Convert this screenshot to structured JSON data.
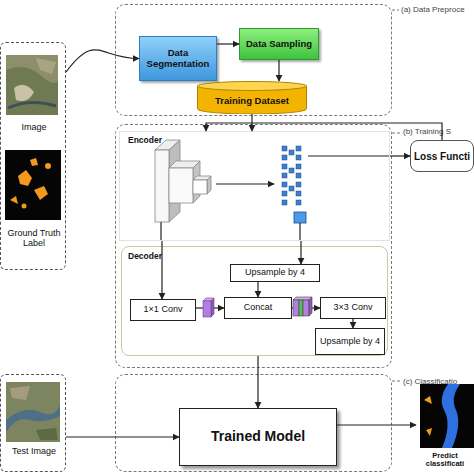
{
  "diagram": {
    "nodes": [
      {
        "text": [
          "Image",
          "Ground Truth Label"
        ]
      },
      {
        "text": [
          "(a) Data Preproce"
        ]
      },
      {
        "text": [
          "Data Segmentation"
        ],
        "in": 1
      },
      {
        "text": [
          "Data Sampling"
        ],
        "in": 1
      },
      {
        "text": [
          "Training Dataset"
        ],
        "in": 1
      },
      {
        "text": [
          "(b) Training S"
        ]
      },
      {
        "text": [
          "Encoder"
        ],
        "in": 5
      },
      {
        "text": [
          "Loss Functi"
        ]
      },
      {
        "text": [
          "Decoder"
        ],
        "in": 5
      },
      {
        "text": [
          "Upsample by 4"
        ],
        "in": 8
      },
      {
        "text": [
          "1×1 Conv"
        ],
        "in": 8
      },
      {
        "text": [
          "Concat"
        ],
        "in": 8
      },
      {
        "text": [
          "3×3 Conv"
        ],
        "in": 8
      },
      {
        "text": [
          "Upsample by 4"
        ],
        "in": 8
      },
      {
        "text": [
          "(c) Classificatio"
        ]
      },
      {
        "text": [
          "Test Image"
        ]
      },
      {
        "text": [
          "Trained Model"
        ],
        "in": 14
      },
      {
        "text": [
          "Predict classificati"
        ]
      }
    ],
    "edges": [
      {
        "from": 0,
        "to": 2,
        "arrow": "to"
      },
      {
        "from": 2,
        "to": 3,
        "arrow": "to"
      },
      {
        "from": 3,
        "to": 4,
        "arrow": "to"
      },
      {
        "from": 4,
        "to": 6,
        "arrow": "to"
      },
      {
        "from": 6,
        "to": 7,
        "arrow": "to"
      },
      {
        "from": 7,
        "to": 6,
        "arrow": "to"
      },
      {
        "from": 6,
        "to": 10,
        "arrow": "to"
      },
      {
        "from": 6,
        "to": 9,
        "arrow": "to"
      },
      {
        "from": 9,
        "to": 11,
        "arrow": "to"
      },
      {
        "from": 10,
        "to": 11,
        "arrow": "to"
      },
      {
        "from": 11,
        "to": 12,
        "arrow": "to"
      },
      {
        "from": 12,
        "to": 13,
        "arrow": "to"
      },
      {
        "from": 8,
        "to": 16,
        "arrow": "to"
      },
      {
        "from": 15,
        "to": 16,
        "arrow": "to"
      },
      {
        "from": 16,
        "to": 17,
        "arrow": "to"
      }
    ]
  }
}
